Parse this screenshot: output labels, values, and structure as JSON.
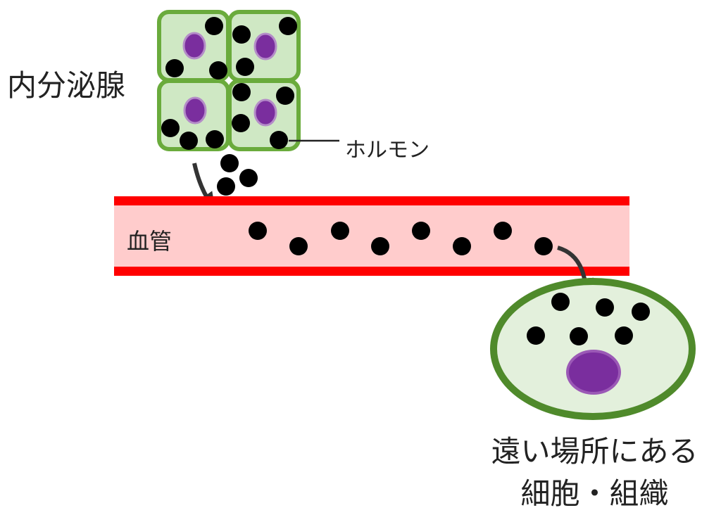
{
  "labels": {
    "gland": "内分泌腺",
    "hormone": "ホルモン",
    "vessel": "血管",
    "target_line1": "遠い場所にある",
    "target_line2": "細胞・組織"
  },
  "colors": {
    "cell_fill": "#cfe8c4",
    "cell_stroke": "#6aab3c",
    "nucleus": "#7a2e9e",
    "hormone_dot": "#000000",
    "vessel_fill": "#ffcccc",
    "vessel_wall": "#ff0000",
    "target_fill": "#e3f0dc",
    "target_stroke": "#4f8a2b",
    "arrow": "#333333"
  }
}
